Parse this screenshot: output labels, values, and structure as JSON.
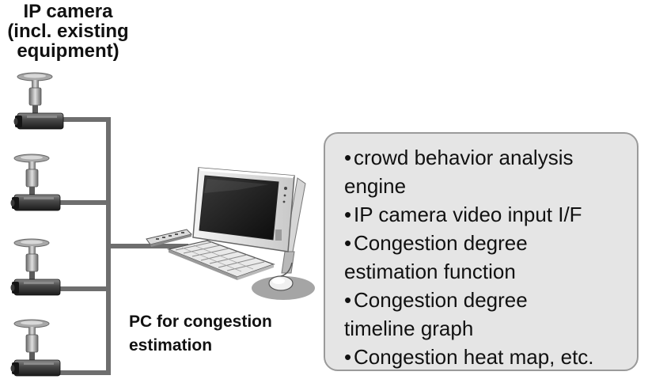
{
  "camera_label": {
    "lines": [
      "IP camera",
      "(incl. existing",
      "equipment)"
    ]
  },
  "pc_label": {
    "lines": [
      "PC for congestion",
      "estimation"
    ]
  },
  "features": [
    {
      "lines": [
        "crowd behavior analysis",
        "engine"
      ]
    },
    {
      "lines": [
        "IP camera video input I/F"
      ]
    },
    {
      "lines": [
        "Congestion degree",
        "estimation function"
      ]
    },
    {
      "lines": [
        "Congestion degree",
        "timeline graph"
      ]
    },
    {
      "lines": [
        "Congestion heat map, etc."
      ]
    }
  ],
  "icons": {
    "camera": "ip-camera-icon",
    "computer": "desktop-computer-icon",
    "keyboard": "keyboard-icon",
    "mouse": "mouse-icon",
    "remote": "remote-control-icon"
  },
  "colors": {
    "connector": "#6e6e6e",
    "box_fill": "#e5e5e5",
    "box_border": "#9a9a9a",
    "text": "#111111"
  }
}
